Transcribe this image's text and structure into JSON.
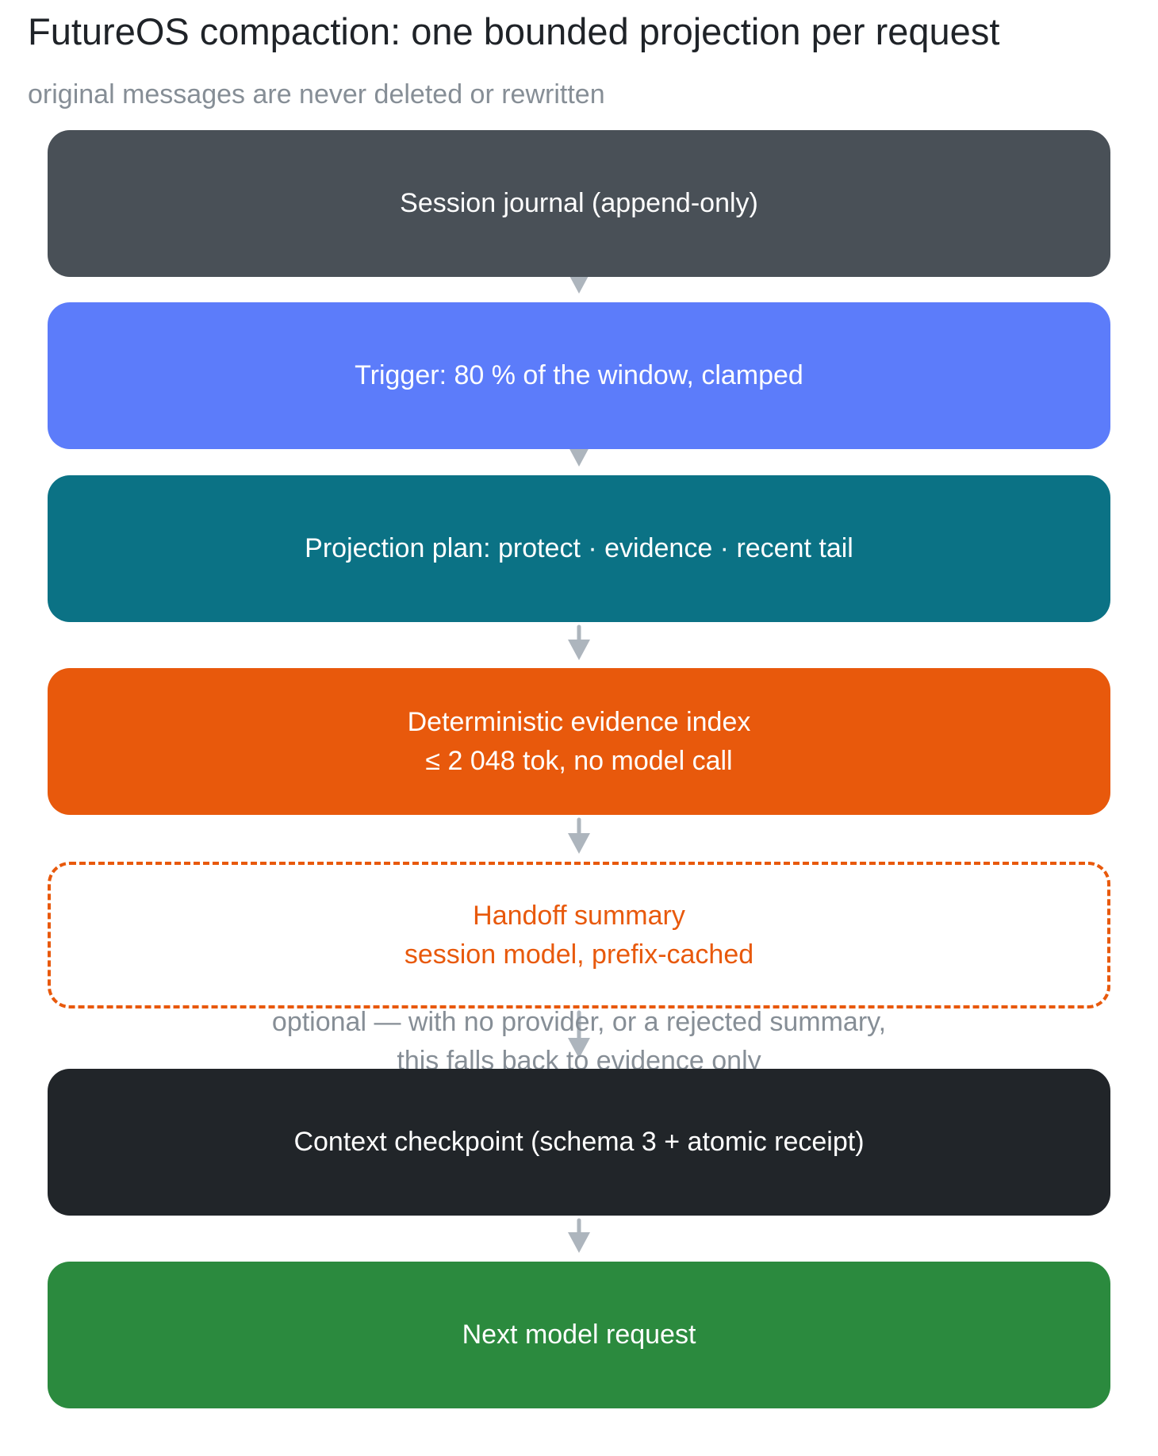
{
  "header": {
    "title": "FutureOS compaction: one bounded projection per request",
    "subtitle": "original messages are never deleted or rewritten"
  },
  "nodes": [
    {
      "lines": [
        "Session journal (append-only)"
      ],
      "color": "#495057"
    },
    {
      "lines": [
        "Trigger: 80 % of the window, clamped"
      ],
      "color": "#5c7cfa"
    },
    {
      "lines": [
        "Projection plan: protect · evidence · recent tail"
      ],
      "color": "#0b7285"
    },
    {
      "lines": [
        "Deterministic evidence index",
        "≤ 2 048 tok, no model call"
      ],
      "color": "#e8590c"
    },
    {
      "lines": [
        "Handoff summary",
        "session model, prefix-cached"
      ],
      "color": "#e8590c",
      "style": "dashed",
      "optional": true
    },
    {
      "lines": [
        "Context checkpoint (schema 3 + atomic receipt)"
      ],
      "color": "#212529"
    },
    {
      "lines": [
        "Next model request"
      ],
      "color": "#2b8a3e"
    }
  ],
  "note": {
    "lines": [
      "optional — with no provider, or a rejected summary,",
      "this falls back to evidence only"
    ]
  },
  "connector_color": "#adb5bd"
}
